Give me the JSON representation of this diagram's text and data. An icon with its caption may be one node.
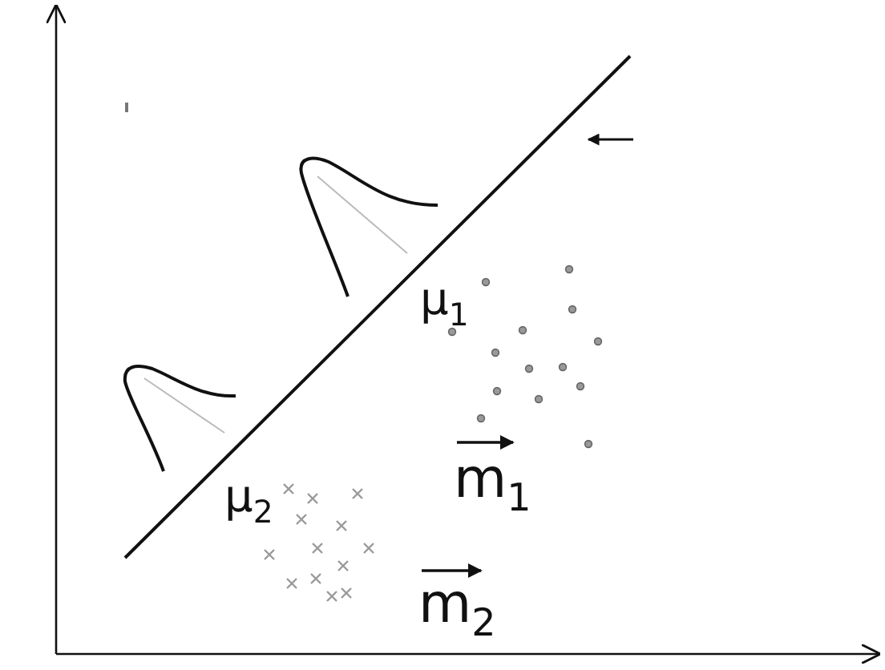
{
  "diagram": {
    "labels": [
      "μ$_{1}$",
      "μ$_{2}$",
      "m$_{1}$",
      "m$_{2}$"
    ]
  }
}
